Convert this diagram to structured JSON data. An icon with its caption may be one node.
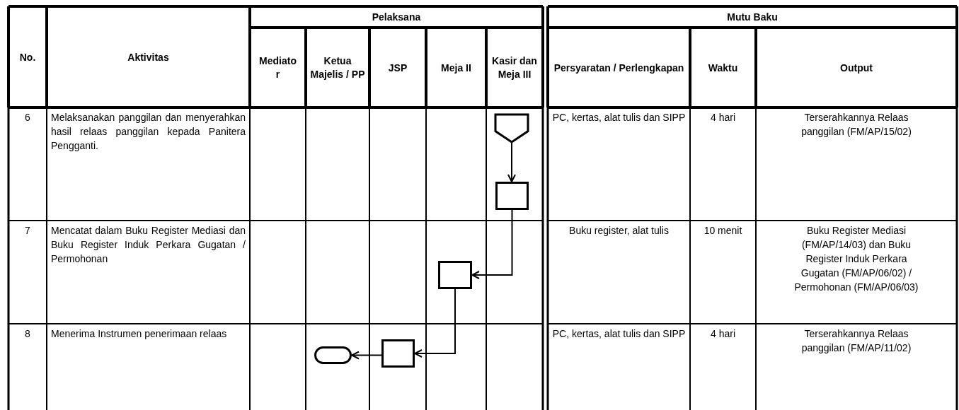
{
  "diagram": {
    "nodes": [
      {
        "text": [],
        "shape": "pentagon"
      },
      {
        "text": [],
        "shape": "box"
      },
      {
        "text": [],
        "shape": "box"
      },
      {
        "text": [],
        "shape": "box"
      },
      {
        "text": [],
        "shape": "terminator"
      }
    ],
    "edges": [
      {
        "from": 0,
        "to": 1,
        "arrow": "to"
      },
      {
        "from": 1,
        "to": 2,
        "arrow": "to"
      },
      {
        "from": 2,
        "to": 3,
        "arrow": "to"
      },
      {
        "from": 3,
        "to": 4,
        "arrow": "to"
      }
    ],
    "labels": [
      "Pelaksana",
      "Mutu Baku",
      "No.",
      "Aktivitas",
      "Mediator",
      "Ketua Majelis / PP",
      "JSP",
      "Meja II",
      "Kasir dan Meja III",
      "Persyaratan / Perlengkapan",
      "Waktu",
      "Output",
      "6",
      "Melaksanakan panggilan dan menyerahkan hasil relaas panggilan kepada Panitera Pengganti.",
      "PC, kertas, alat tulis dan SIPP",
      "4 hari",
      "Terserahkannya Relaas panggilan (FM/AP/15/02)",
      "7",
      "Mencatat dalam Buku Register Mediasi dan Buku Register Induk Perkara Gugatan / Permohonan",
      "Buku register, alat tulis",
      "10 menit",
      "Buku Register Mediasi (FM/AP/14/03) dan Buku Register Induk Perkara Gugatan (FM/AP/06/02) / Permohonan (FM/AP/06/03)",
      "8",
      "Menerima Instrumen penerimaan relaas",
      "PC, kertas, alat tulis dan SIPP",
      "4 hari",
      "Terserahkannya Relaas panggilan (FM/AP/11/02)"
    ]
  }
}
